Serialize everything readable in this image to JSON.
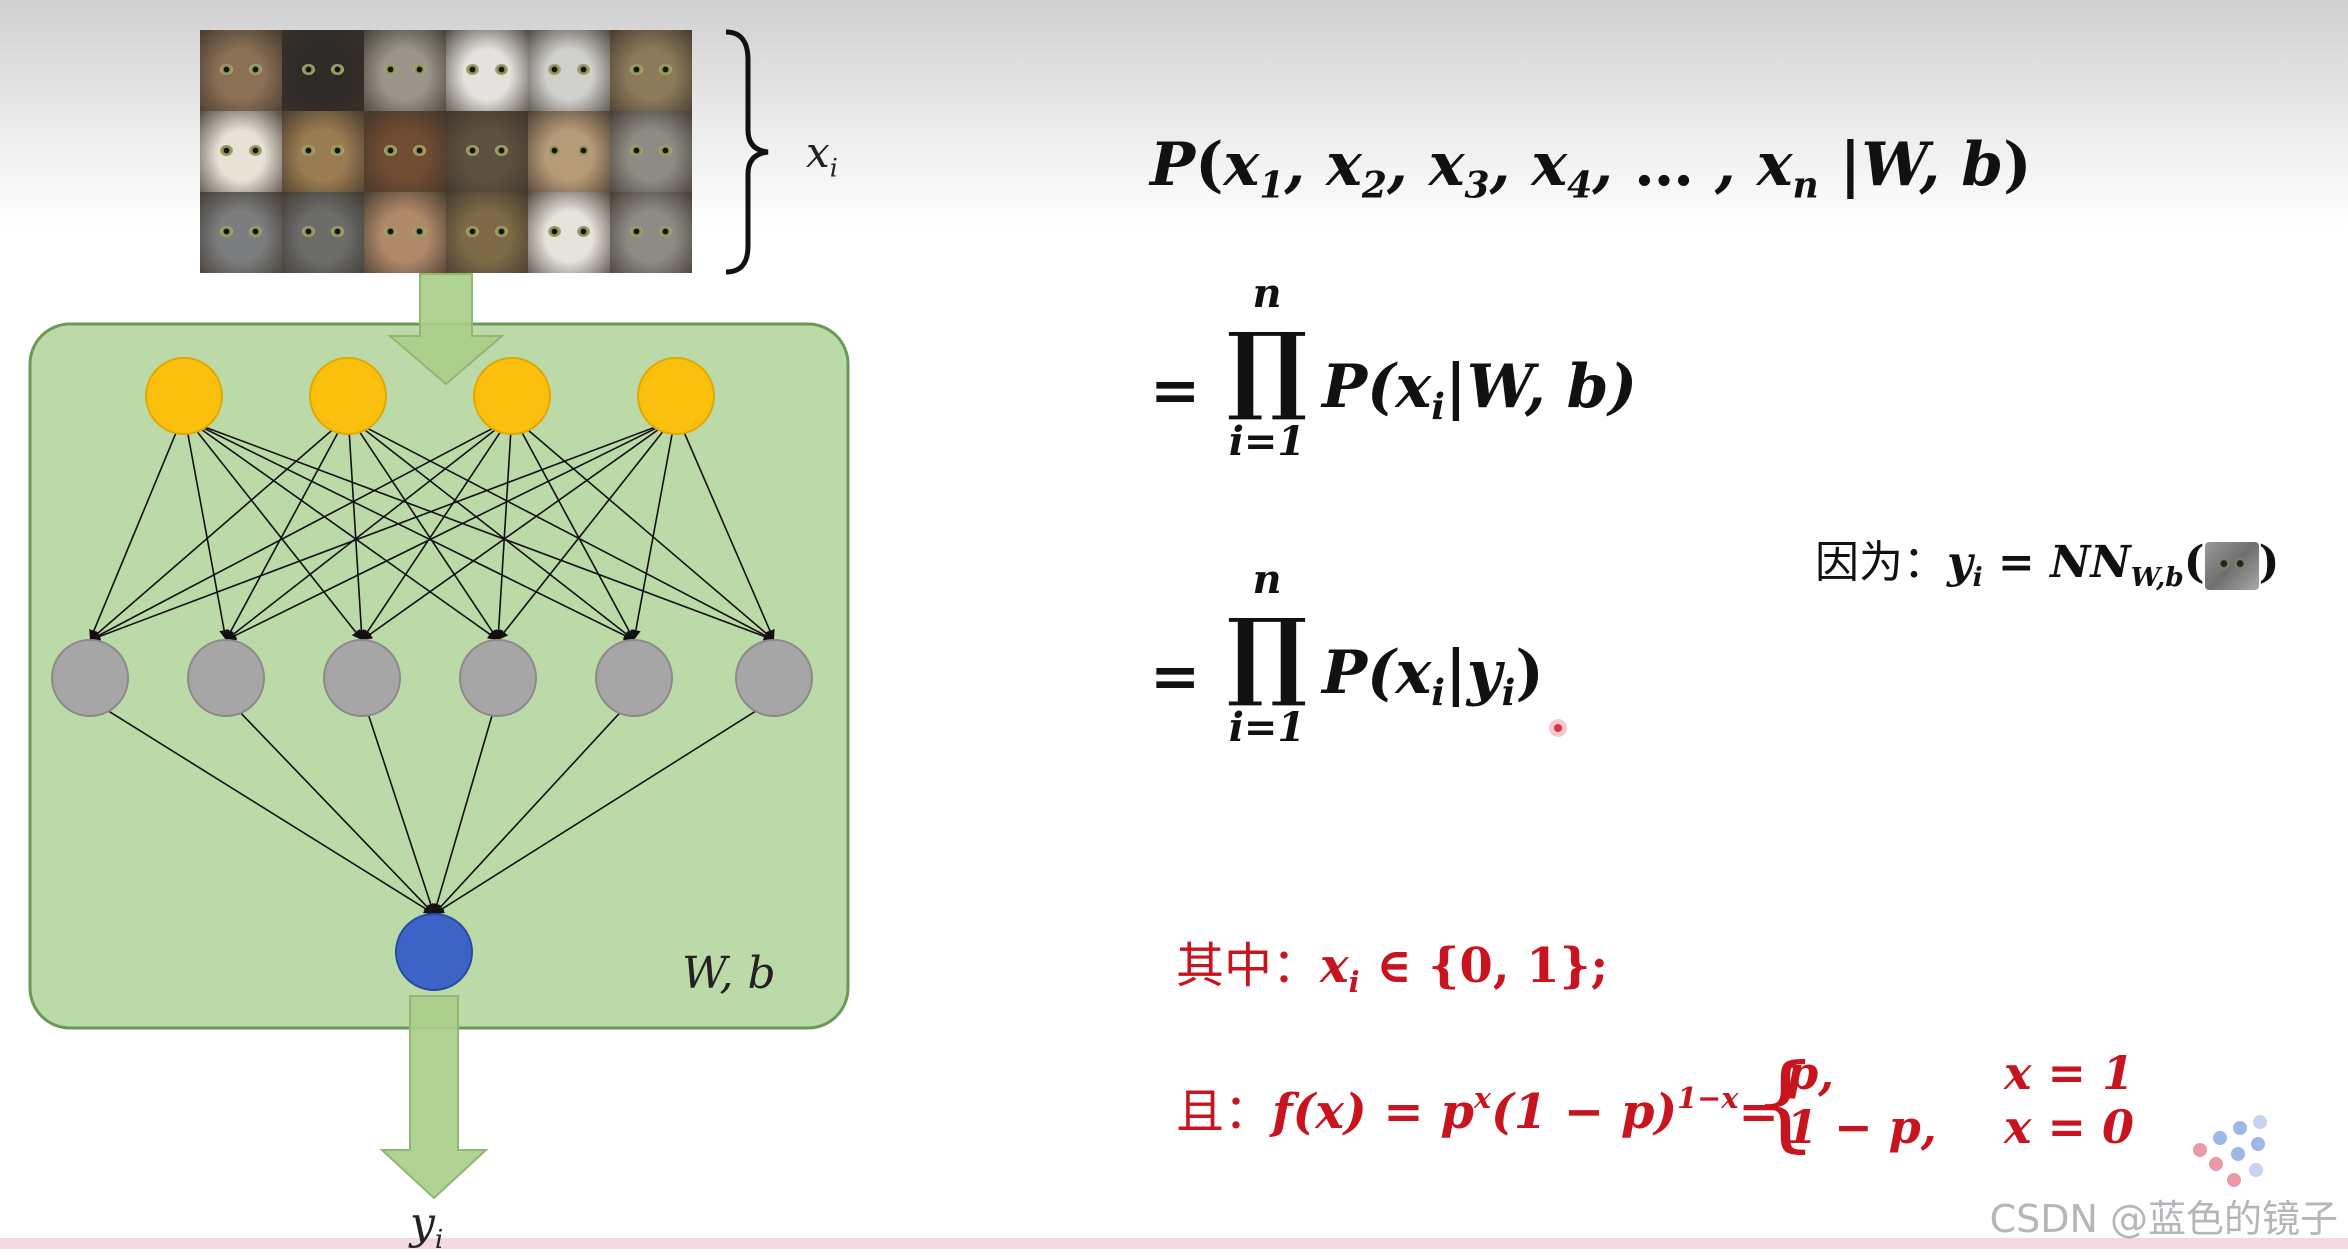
{
  "diagram": {
    "input_label": "x",
    "input_label_sub": "i",
    "params_label": "W, b",
    "output_label": "y",
    "output_label_sub": "i",
    "layers": [
      {
        "role": "input",
        "count": 4,
        "color": "#fbbf0d"
      },
      {
        "role": "hidden",
        "count": 6,
        "color": "#a6a6a6"
      },
      {
        "role": "output",
        "count": 1,
        "color": "#3d63c6"
      }
    ],
    "panel_color": "#bcd9a8",
    "panel_border": "#6a9a55",
    "arrow_color": "#a9cf8b",
    "cat_tile_colors": [
      "#8a7055",
      "#2e2a28",
      "#9a948c",
      "#e4e2de",
      "#cfcfcc",
      "#8d7a5a",
      "#e8e1d6",
      "#9b7c52",
      "#6f4c32",
      "#5e5040",
      "#b79a78",
      "#8e8a86",
      "#7c7d7f",
      "#6c6c6a",
      "#b0896b",
      "#7f6a48",
      "#e6e2dc",
      "#8e8b86"
    ]
  },
  "equations": {
    "joint": {
      "P": "P",
      "args": "x",
      "subs": [
        "1",
        "2",
        "3",
        "4"
      ],
      "ellipsis": "…",
      "last_sub": "n",
      "given": "W, b"
    },
    "step1": {
      "equals": "=",
      "upper": "n",
      "lower": "i=1",
      "term": "P(x",
      "term_sub": "i",
      "term_rest": "|W, b)"
    },
    "note": {
      "prefix": "因为：",
      "lhs": "y",
      "lhs_sub": "i",
      "eq": " = NN",
      "nn_sub": "W,b",
      "open": "(",
      "close": ")"
    },
    "step2": {
      "equals": "=",
      "upper": "n",
      "lower": "i=1",
      "term": "P(x",
      "term_sub": "i",
      "term_mid": "|y",
      "term_mid_sub": "i",
      "term_close": ")"
    },
    "where": {
      "prefix": "其中：",
      "var": "x",
      "var_sub": "i",
      "rest": " ∈ {0, 1};"
    },
    "and": {
      "prefix": "且：",
      "lhs": "f(x) = p",
      "sup1": "x",
      "mid": "(1 − p)",
      "sup2": "1−x",
      "eq": "=",
      "case1_val": "p,",
      "case1_cond": "x = 1",
      "case2_val": "1 − p,",
      "case2_cond": "x = 0"
    }
  },
  "watermark": "CSDN @蓝色的镜子"
}
